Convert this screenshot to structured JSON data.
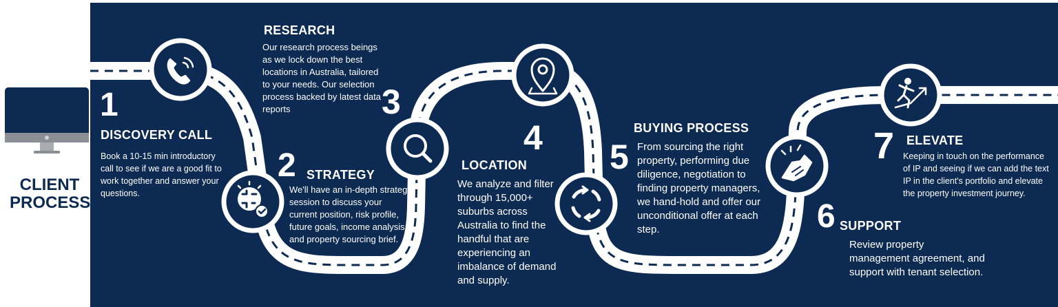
{
  "client": {
    "line1": "CLIENT",
    "line2": "PROCESS"
  },
  "colors": {
    "panel": "#0d2a52",
    "road": "#ffffff",
    "text": "#ffffff"
  },
  "steps": [
    {
      "number": "1",
      "title": "DISCOVERY CALL",
      "icon": "phone-icon",
      "text": "Book a 10-15 min introductory call to see if we are a good fit to work together and answer your questions."
    },
    {
      "number": "2",
      "title": "STRATEGY",
      "icon": "strategy-puzzle-icon",
      "text": "We'll have an in-depth strategy session to discuss your current position, risk profile, future goals, income analysis and property sourcing brief."
    },
    {
      "number": "3",
      "title": "RESEARCH",
      "icon": "magnifier-icon",
      "text": "Our research process beings as we lock down the best locations in Australia, tailored to your needs. Our selection process backed by latest data reports"
    },
    {
      "number": "4",
      "title": "LOCATION",
      "icon": "map-pin-icon",
      "text": "We analyze and filter through 15,000+ suburbs across Australia to find the handful that are experiencing an imbalance of demand and supply."
    },
    {
      "number": "5",
      "title": "BUYING PROCESS",
      "icon": "cycle-arrows-icon",
      "text": "From sourcing the right property, performing due diligence, negotiation to finding property managers, we hand-hold and offer our unconditional offer at each step."
    },
    {
      "number": "6",
      "title": "SUPPORT",
      "icon": "handshake-icon",
      "text": "Review property management agreement, and support with tenant selection."
    },
    {
      "number": "7",
      "title": "ELEVATE",
      "icon": "climber-arrow-icon",
      "text": "Keeping in touch on the performance of IP and seeing if we can add the text IP in the client's portfolio and elevate the property investment journey."
    }
  ]
}
